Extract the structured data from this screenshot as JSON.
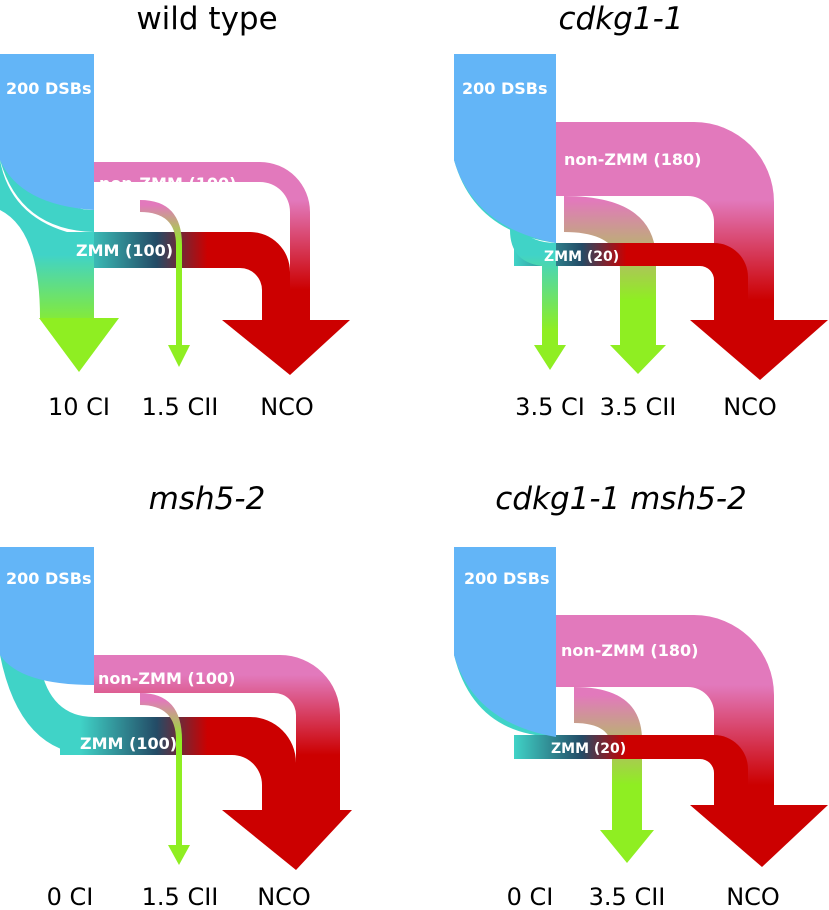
{
  "panels": [
    {
      "title": "wild type",
      "italic": false,
      "dsb_label": "200 DSBs",
      "nonzmm_label": "non-ZMM (100)",
      "zmm_label": "ZMM (100)",
      "out_ci": "10 CI",
      "out_cii": "1.5 CII",
      "out_nco": "NCO",
      "dsbs": 200,
      "non_zmm": 100,
      "zmm": 100,
      "ci": 10,
      "cii": 1.5
    },
    {
      "title": "cdkg1-1",
      "italic": true,
      "dsb_label": "200 DSBs",
      "nonzmm_label": "non-ZMM (180)",
      "zmm_label": "ZMM (20)",
      "out_ci": "3.5 CI",
      "out_cii": "3.5 CII",
      "out_nco": "NCO",
      "dsbs": 200,
      "non_zmm": 180,
      "zmm": 20,
      "ci": 3.5,
      "cii": 3.5
    },
    {
      "title": "msh5-2",
      "italic": true,
      "dsb_label": "200 DSBs",
      "nonzmm_label": "non-ZMM (100)",
      "zmm_label": "ZMM (100)",
      "out_ci": "0 CI",
      "out_cii": "1.5 CII",
      "out_nco": "NCO",
      "dsbs": 200,
      "non_zmm": 100,
      "zmm": 100,
      "ci": 0,
      "cii": 1.5
    },
    {
      "title": "cdkg1-1 msh5-2",
      "italic": true,
      "dsb_label": "200 DSBs",
      "nonzmm_label": "non-ZMM (180)",
      "zmm_label": "ZMM (20)",
      "out_ci": "0 CI",
      "out_cii": "3.5 CII",
      "out_nco": "NCO",
      "dsbs": 200,
      "non_zmm": 180,
      "zmm": 20,
      "ci": 0,
      "cii": 3.5
    }
  ],
  "colors": {
    "dsb": "#63b5f7",
    "zmm": "#40d3c7",
    "non_zmm": "#e279bc",
    "nco": "#cc0000",
    "crossover": "#8fee22"
  }
}
